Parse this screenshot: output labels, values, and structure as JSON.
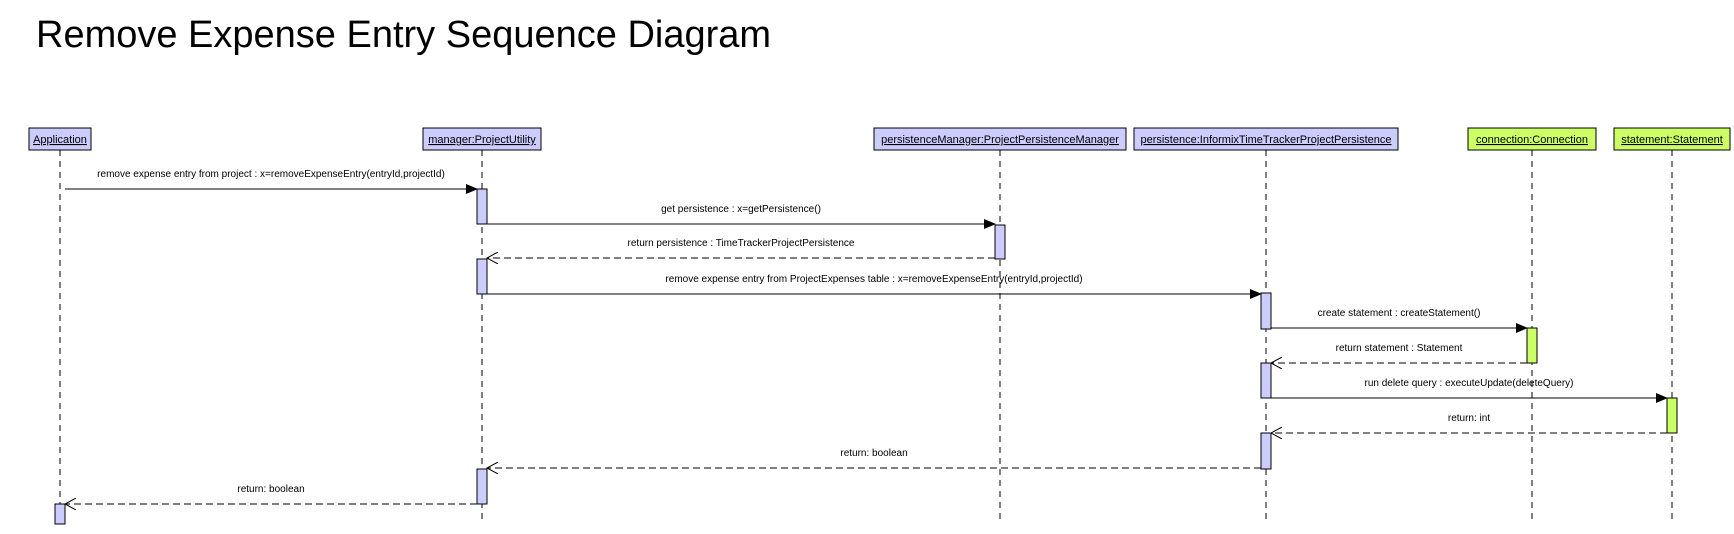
{
  "title": "Remove Expense Entry Sequence Diagram",
  "colors": {
    "participant_blue": "#ccccff",
    "participant_green": "#ccff66",
    "line": "#000000"
  },
  "participants": [
    {
      "name": "Application",
      "color": "blue"
    },
    {
      "name": "manager:ProjectUtility",
      "color": "blue"
    },
    {
      "name": "persistenceManager:ProjectPersistenceManager",
      "color": "blue"
    },
    {
      "name": "persistence:InformixTimeTrackerProjectPersistence",
      "color": "blue"
    },
    {
      "name": "connection:Connection",
      "color": "green"
    },
    {
      "name": "statement:Statement",
      "color": "green"
    }
  ],
  "messages": [
    {
      "from": 0,
      "to": 1,
      "label": "remove expense entry from project : x=removeExpenseEntry(entryId,projectId)",
      "kind": "call"
    },
    {
      "from": 1,
      "to": 2,
      "label": "get persistence : x=getPersistence()",
      "kind": "call"
    },
    {
      "from": 2,
      "to": 1,
      "label": "return persistence : TimeTrackerProjectPersistence",
      "kind": "return"
    },
    {
      "from": 1,
      "to": 3,
      "label": "remove expense entry from ProjectExpenses table : x=removeExpenseEntry(entryId,projectId)",
      "kind": "call"
    },
    {
      "from": 3,
      "to": 4,
      "label": "create statement : createStatement()",
      "kind": "call"
    },
    {
      "from": 4,
      "to": 3,
      "label": "return statement : Statement",
      "kind": "return"
    },
    {
      "from": 3,
      "to": 5,
      "label": "run delete query : executeUpdate(deleteQuery)",
      "kind": "call"
    },
    {
      "from": 5,
      "to": 3,
      "label": "return: int",
      "kind": "return"
    },
    {
      "from": 3,
      "to": 1,
      "label": "return: boolean",
      "kind": "return"
    },
    {
      "from": 1,
      "to": 0,
      "label": "return: boolean",
      "kind": "return"
    }
  ]
}
